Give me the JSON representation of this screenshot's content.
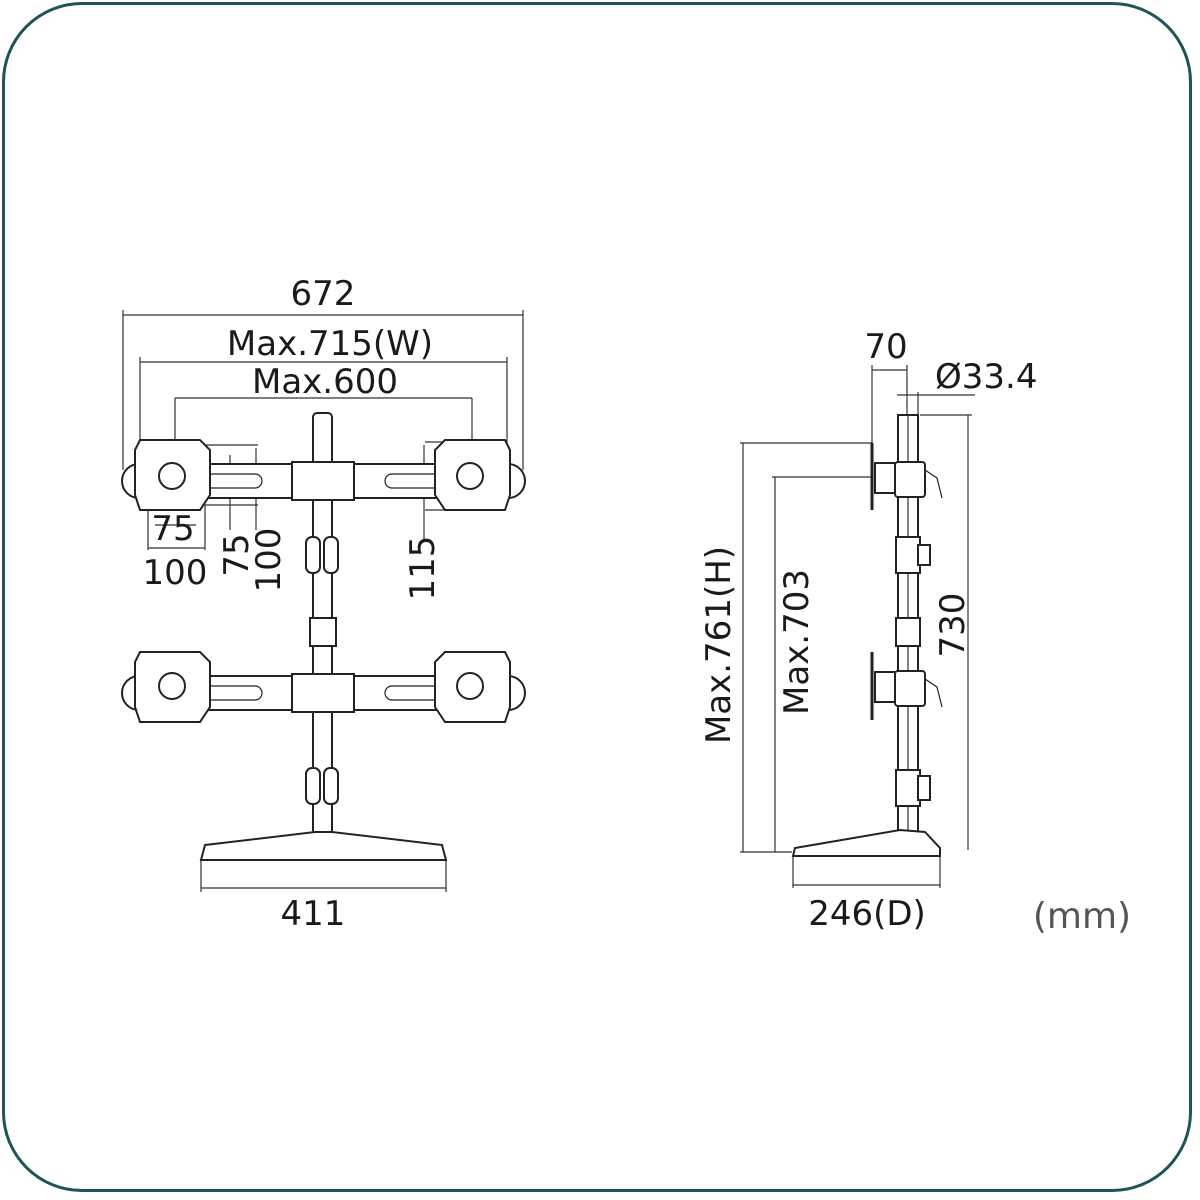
{
  "front_view": {
    "overall_width": "672",
    "max_width": "Max.715(W)",
    "max_span": "Max.600",
    "vesa_h_75": "75",
    "vesa_h_100": "100",
    "vesa_v_75": "75",
    "vesa_v_100": "100",
    "plate_height": "115",
    "base_width": "411"
  },
  "side_view": {
    "pole_offset": "70",
    "pole_diameter": "Ø33.4",
    "max_height": "Max.761(H)",
    "max_mount_height": "Max.703",
    "pole_height": "730",
    "base_depth": "246(D)"
  },
  "unit": "(mm)"
}
